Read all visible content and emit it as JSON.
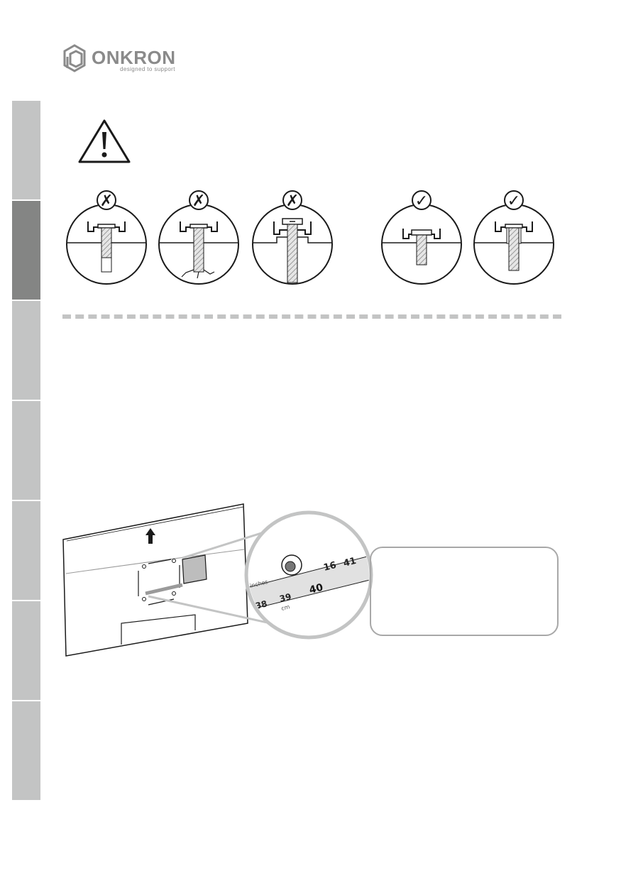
{
  "brand": {
    "name": "ONKRON",
    "tagline": "designed to support",
    "color": "#8a8a8a"
  },
  "sidebar": {
    "tab_color": "#c3c4c4",
    "active_color": "#848584",
    "tab_count": 7,
    "active_index": 1
  },
  "warning": {
    "icon": "warning-triangle-icon"
  },
  "bolt_figures": [
    {
      "mark": "✗",
      "verdict": "incorrect"
    },
    {
      "mark": "✗",
      "verdict": "incorrect"
    },
    {
      "mark": "✗",
      "verdict": "incorrect"
    },
    {
      "mark": "✓",
      "verdict": "correct"
    },
    {
      "mark": "✓",
      "verdict": "correct"
    }
  ],
  "tape_measure": {
    "inch_label": "inches",
    "cm_label": "cm",
    "inch_ticks": [
      "16",
      "41"
    ],
    "cm_ticks": [
      "38",
      "39",
      "40"
    ]
  },
  "note_box": {
    "border_color": "#a8a8a8"
  }
}
